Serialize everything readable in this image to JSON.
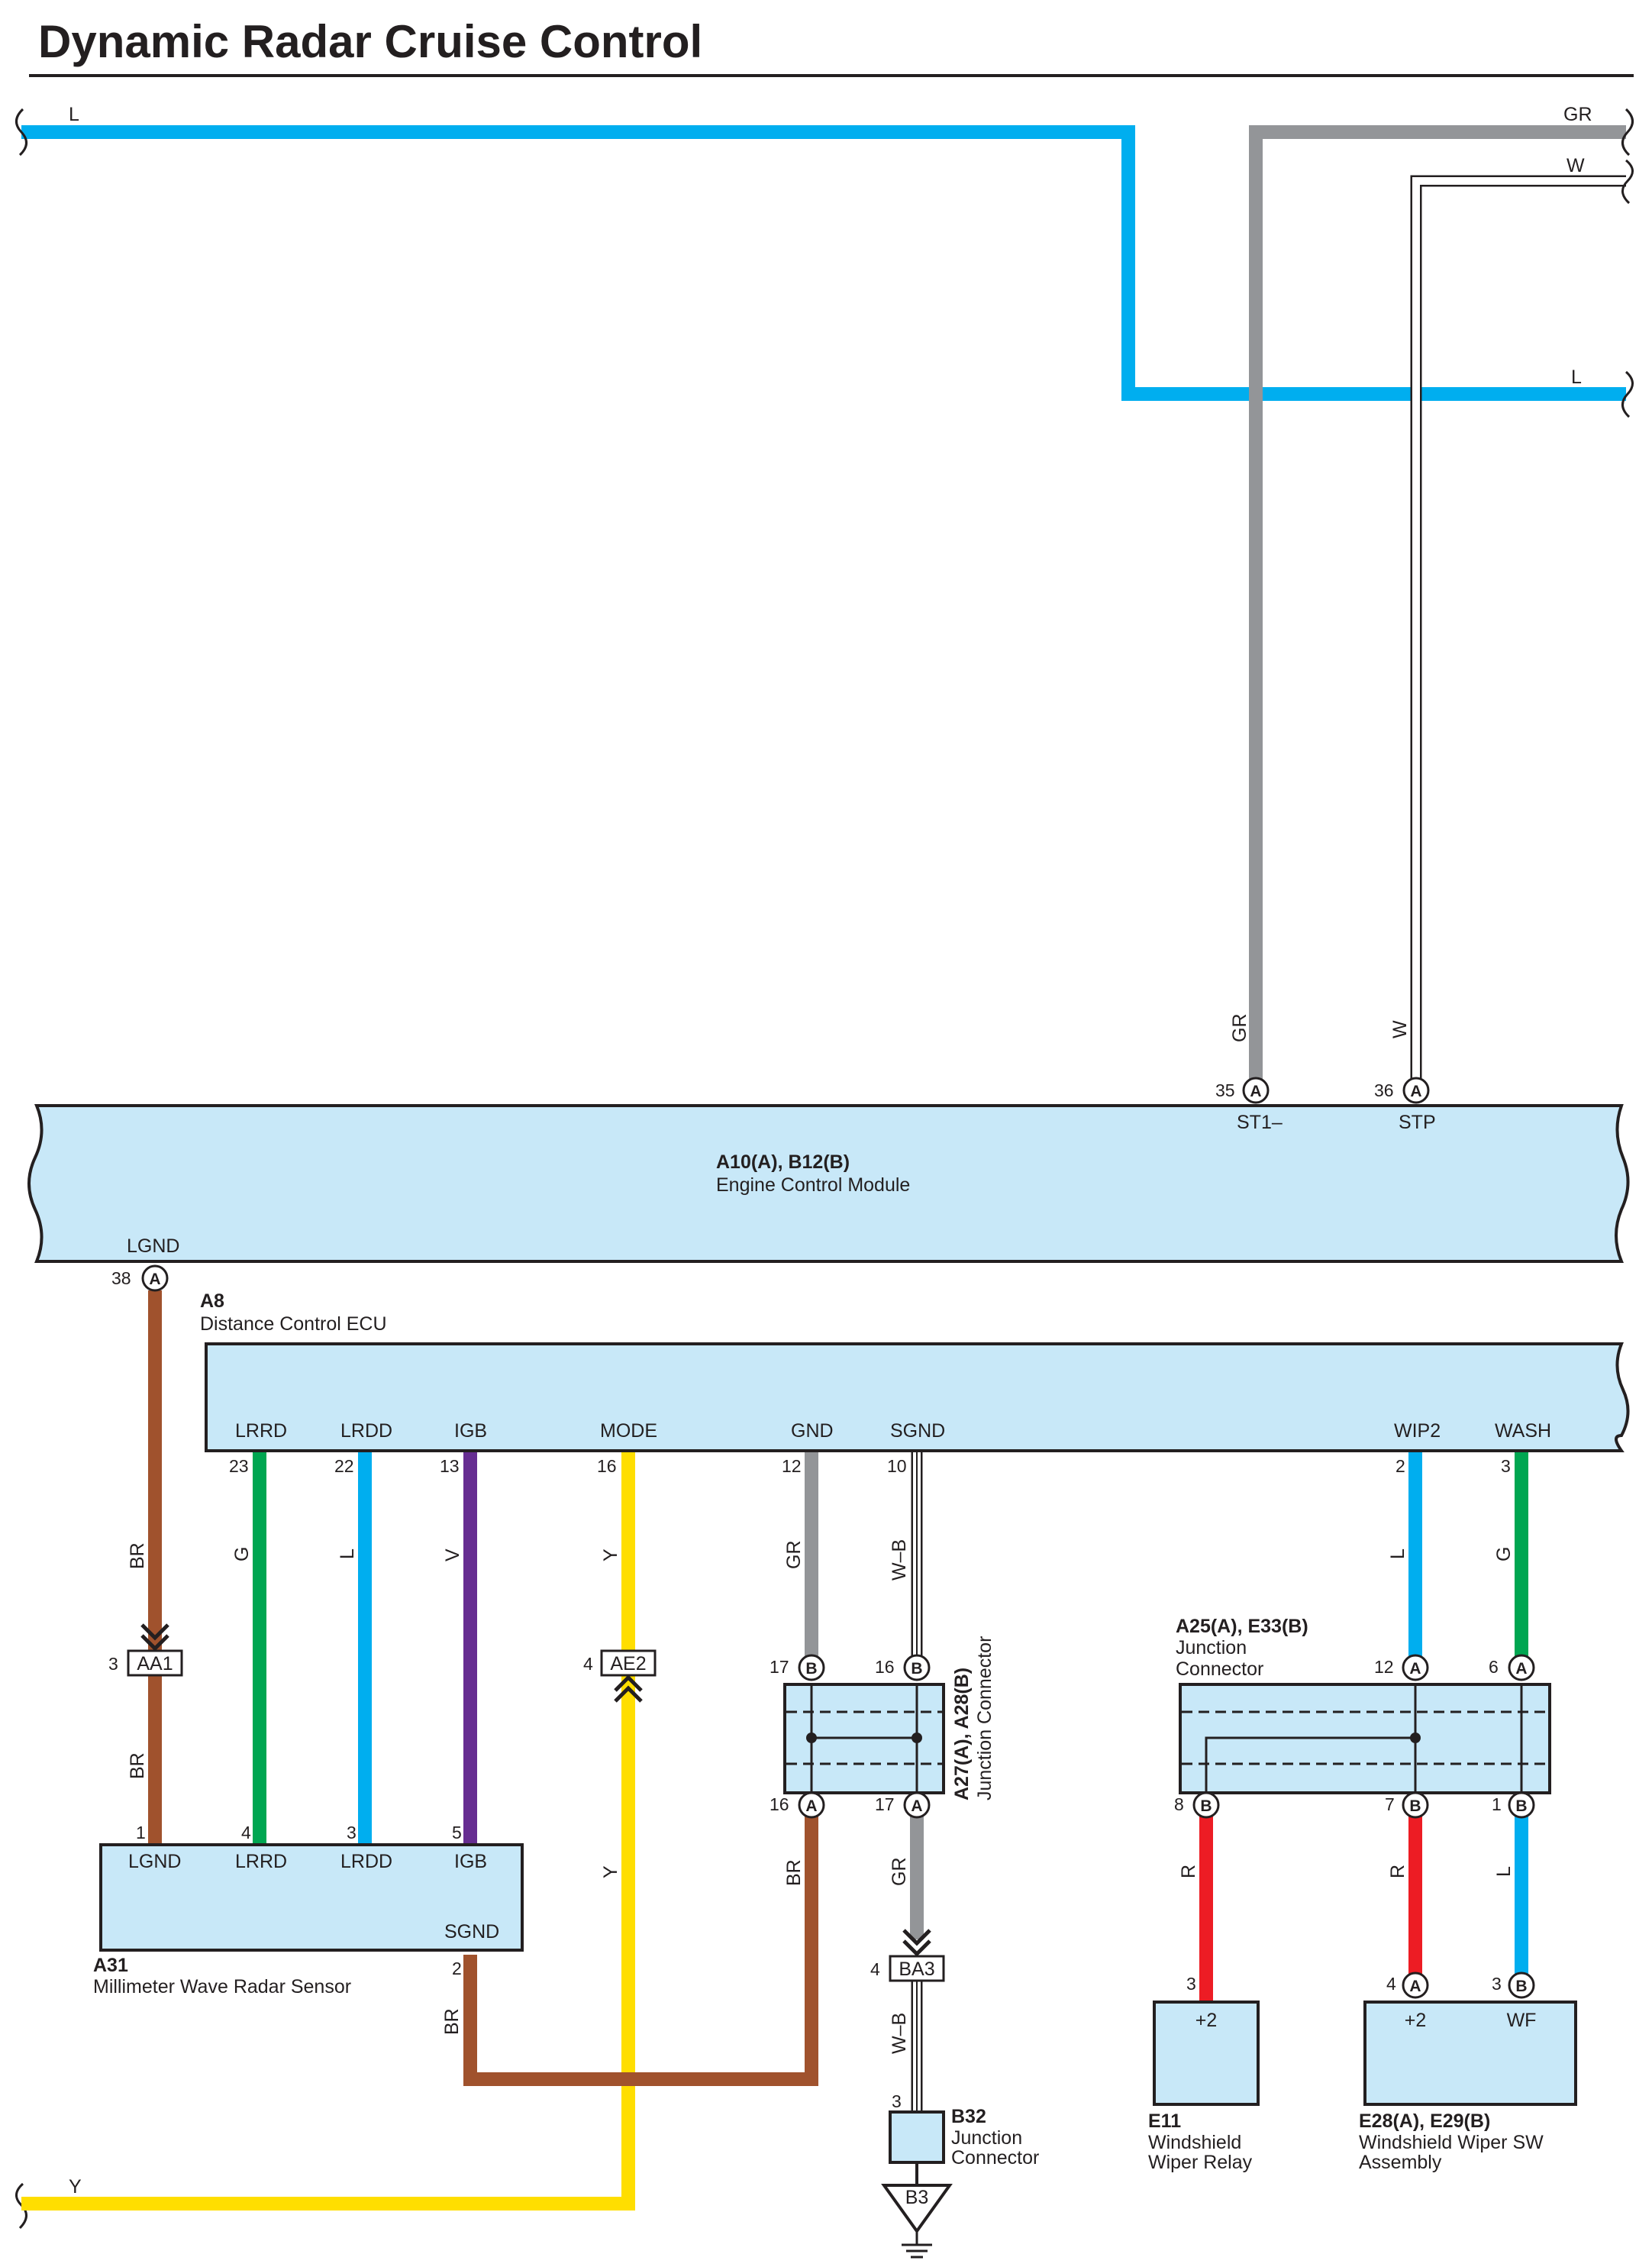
{
  "title": "Dynamic Radar Cruise Control",
  "colors": {
    "L": "#00aeef",
    "GR": "#939598",
    "W": "#ffffff",
    "BR": "#a0522d",
    "G": "#00a651",
    "V": "#662d91",
    "Y": "#ffde00",
    "R": "#ed1c24",
    "W-B": "#ffffff",
    "component_fill": "#c8e8f8",
    "line": "#231f20"
  },
  "offpage_wires": {
    "top_left": "L",
    "top_right_1": "GR",
    "top_right_2": "W",
    "top_right_3": "L",
    "bottom_left": "Y"
  },
  "ecm": {
    "code": "A10(A), B12(B)",
    "name": "Engine Control Module",
    "pins": {
      "st1": {
        "num": "35",
        "conn": "A",
        "label": "ST1–",
        "wire": "GR"
      },
      "stp": {
        "num": "36",
        "conn": "A",
        "label": "STP",
        "wire": "W"
      },
      "lgnd": {
        "num": "38",
        "conn": "A",
        "label": "LGND",
        "wire": "BR"
      }
    }
  },
  "dist_ecu": {
    "code": "A8",
    "name": "Distance Control ECU",
    "pins": {
      "lrrd": {
        "label": "LRRD",
        "num": "23",
        "wire": "G"
      },
      "lrdd": {
        "label": "LRDD",
        "num": "22",
        "wire": "L"
      },
      "igb": {
        "label": "IGB",
        "num": "13",
        "wire": "V"
      },
      "mode": {
        "label": "MODE",
        "num": "16",
        "wire": "Y"
      },
      "gnd": {
        "label": "GND",
        "num": "12",
        "wire": "GR"
      },
      "sgnd": {
        "label": "SGND",
        "num": "10",
        "wire": "W–B"
      },
      "wip2": {
        "label": "WIP2",
        "num": "2",
        "wire": "L"
      },
      "wash": {
        "label": "WASH",
        "num": "3",
        "wire": "G"
      }
    }
  },
  "splices": {
    "aa1": {
      "name": "AA1",
      "pin": "3",
      "wire_below": "BR"
    },
    "ae2": {
      "name": "AE2",
      "pin": "4",
      "wire_below": "Y"
    },
    "ba3": {
      "name": "BA3",
      "pin": "4",
      "wire_below": "W–B"
    }
  },
  "jc_a27": {
    "name": "A27(A), A28(B)",
    "sub": "Junction Connector",
    "top_left": {
      "num": "17",
      "conn": "B"
    },
    "top_right": {
      "num": "16",
      "conn": "B"
    },
    "bot_left": {
      "num": "16",
      "conn": "A",
      "wire": "BR"
    },
    "bot_right": {
      "num": "17",
      "conn": "A",
      "wire": "GR"
    }
  },
  "jc_a25": {
    "name": "A25(A), E33(B)",
    "sub1": "Junction",
    "sub2": "Connector",
    "top_mid": {
      "num": "12",
      "conn": "A"
    },
    "top_right": {
      "num": "6",
      "conn": "A"
    },
    "bot_left": {
      "num": "8",
      "conn": "B",
      "wire": "R"
    },
    "bot_mid": {
      "num": "7",
      "conn": "B",
      "wire": "R"
    },
    "bot_right": {
      "num": "1",
      "conn": "B",
      "wire": "L"
    }
  },
  "radar": {
    "code": "A31",
    "name": "Millimeter Wave Radar Sensor",
    "pins": {
      "lgnd": {
        "label": "LGND",
        "num": "1"
      },
      "lrrd": {
        "label": "LRRD",
        "num": "4"
      },
      "lrdd": {
        "label": "LRDD",
        "num": "3"
      },
      "igb": {
        "label": "IGB",
        "num": "5"
      },
      "sgnd": {
        "label": "SGND",
        "num": "2",
        "wire": "BR"
      }
    }
  },
  "b32": {
    "code": "B32",
    "sub1": "Junction",
    "sub2": "Connector",
    "pin": "3",
    "ground": "B3"
  },
  "e11": {
    "code": "E11",
    "sub1": "Windshield",
    "sub2": "Wiper Relay",
    "pin": "3",
    "label": "+2"
  },
  "e28": {
    "code": "E28(A), E29(B)",
    "sub1": "Windshield Wiper SW",
    "sub2": "Assembly",
    "pin_a": {
      "num": "4",
      "conn": "A",
      "label": "+2"
    },
    "pin_b": {
      "num": "3",
      "conn": "B",
      "label": "WF"
    }
  }
}
